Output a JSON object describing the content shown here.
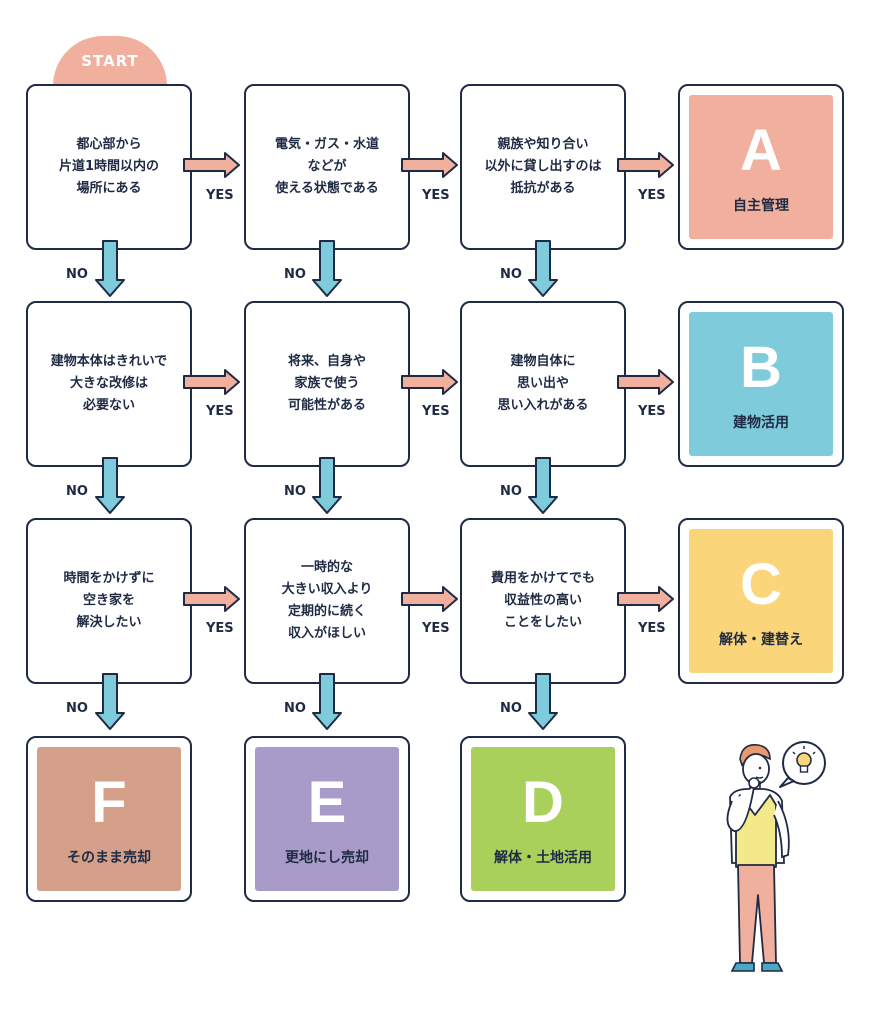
{
  "start_label": "START",
  "yes_label": "YES",
  "no_label": "NO",
  "questions": {
    "q11": "都心部から\n片道1時間以内の\n場所にある",
    "q12": "電気・ガス・水道\nなどが\n使える状態である",
    "q13": "親族や知り合い\n以外に貸し出すのは\n抵抗がある",
    "q21": "建物本体はきれいで\n大きな改修は\n必要ない",
    "q22": "将来、自身や\n家族で使う\n可能性がある",
    "q23": "建物自体に\n思い出や\n思い入れがある",
    "q31": "時間をかけずに\n空き家を\n解決したい",
    "q32": "一時的な\n大きい収入より\n定期的に続く\n収入がほしい",
    "q33": "費用をかけてでも\n収益性の高い\nことをしたい"
  },
  "results": {
    "A": {
      "letter": "A",
      "label": "自主管理",
      "color": "#f0b09d"
    },
    "B": {
      "letter": "B",
      "label": "建物活用",
      "color": "#7ecbdc"
    },
    "C": {
      "letter": "C",
      "label": "解体・建替え",
      "color": "#fbd57a"
    },
    "D": {
      "letter": "D",
      "label": "解体・土地活用",
      "color": "#a9d05a"
    },
    "E": {
      "letter": "E",
      "label": "更地にし売却",
      "color": "#a89bc9"
    },
    "F": {
      "letter": "F",
      "label": "そのまま売却",
      "color": "#d4a08a"
    }
  },
  "colors": {
    "yes_arrow": "#f0b09d",
    "no_arrow": "#7ecbdc",
    "outline": "#1f2a44"
  },
  "icons": [
    "lightbulb-icon",
    "thinking-person-illustration"
  ]
}
